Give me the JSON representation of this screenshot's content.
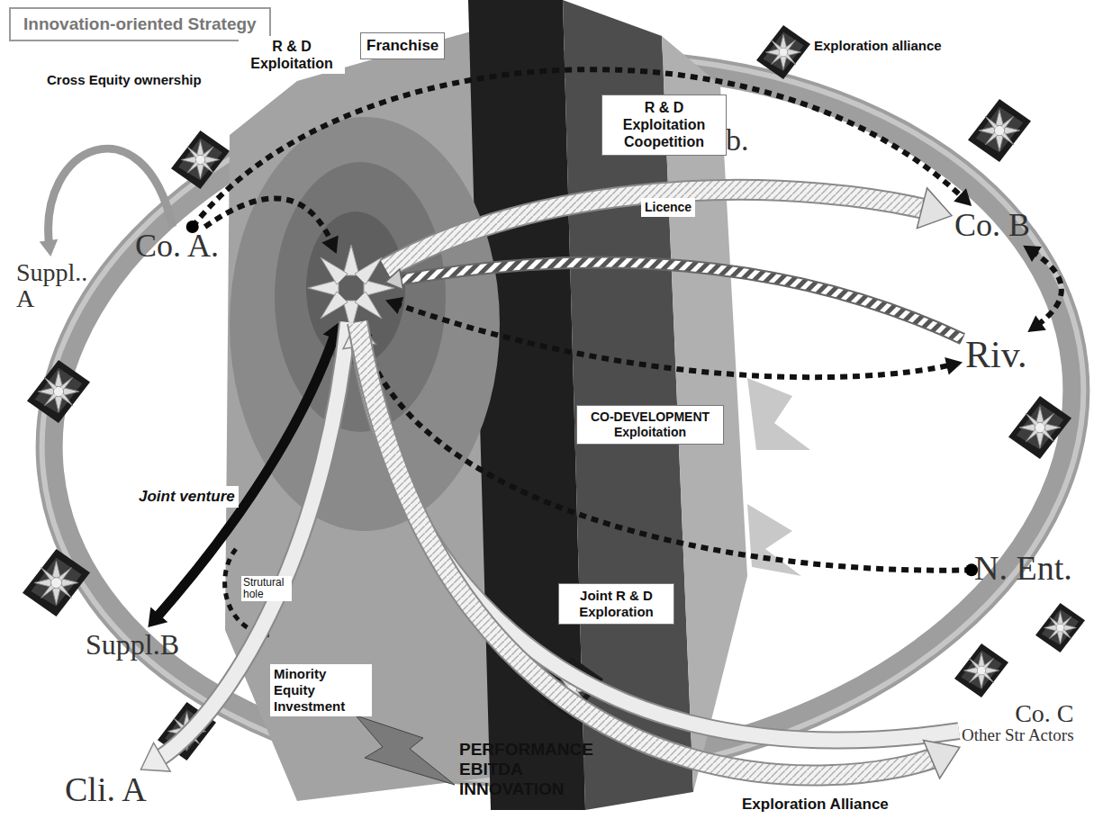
{
  "diagram": {
    "title": "Innovation-oriented Strategy",
    "nodes": [
      {
        "text": [
          "Suppl.. A"
        ]
      },
      {
        "text": [
          "Co. A."
        ]
      },
      {
        "text": [
          "Sub."
        ]
      },
      {
        "text": [
          "Co. B"
        ]
      },
      {
        "text": [
          "Riv."
        ]
      },
      {
        "text": [
          "N. Ent."
        ]
      },
      {
        "text": [
          "Co. C",
          "Other Str Actors"
        ]
      },
      {
        "text": [
          "Suppl.B"
        ]
      },
      {
        "text": [
          "Cli. A"
        ]
      },
      {
        "text": [
          "PERFORMANCE EBITDA INNOVATION"
        ]
      }
    ],
    "edges": [
      {
        "from": 1,
        "to": 0,
        "arrow": "to",
        "label": "Cross Equity ownership"
      },
      {
        "from": 1,
        "to": 9,
        "arrow": "to",
        "label": "R & D Exploitation"
      },
      {
        "from": 1,
        "to": 3,
        "arrow": "to",
        "label": "Franchise"
      },
      {
        "from": 9,
        "to": 3,
        "arrow": "to",
        "label": "Exploration alliance"
      },
      {
        "from": 4,
        "to": 9,
        "arrow": "to",
        "label": "Licence"
      },
      {
        "from": 9,
        "to": 4,
        "arrow": "both",
        "label": "R & D Exploitation Coopetition"
      },
      {
        "from": 3,
        "to": 4,
        "arrow": "both"
      },
      {
        "from": 5,
        "to": 9,
        "arrow": "to",
        "label": "CO-DEVELOPMENT Exploitation"
      },
      {
        "from": 9,
        "to": 7,
        "arrow": "both",
        "label": "Joint venture"
      },
      {
        "from": 9,
        "to": 8,
        "arrow": "to",
        "label": "Minority Equity Investment"
      },
      {
        "from": 6,
        "to": 9,
        "arrow": "to",
        "label": "Joint R & D Exploration"
      },
      {
        "from": 9,
        "to": 6,
        "arrow": "to",
        "label": "Exploration Alliance"
      }
    ],
    "labels": [
      "Strutural hole"
    ]
  }
}
